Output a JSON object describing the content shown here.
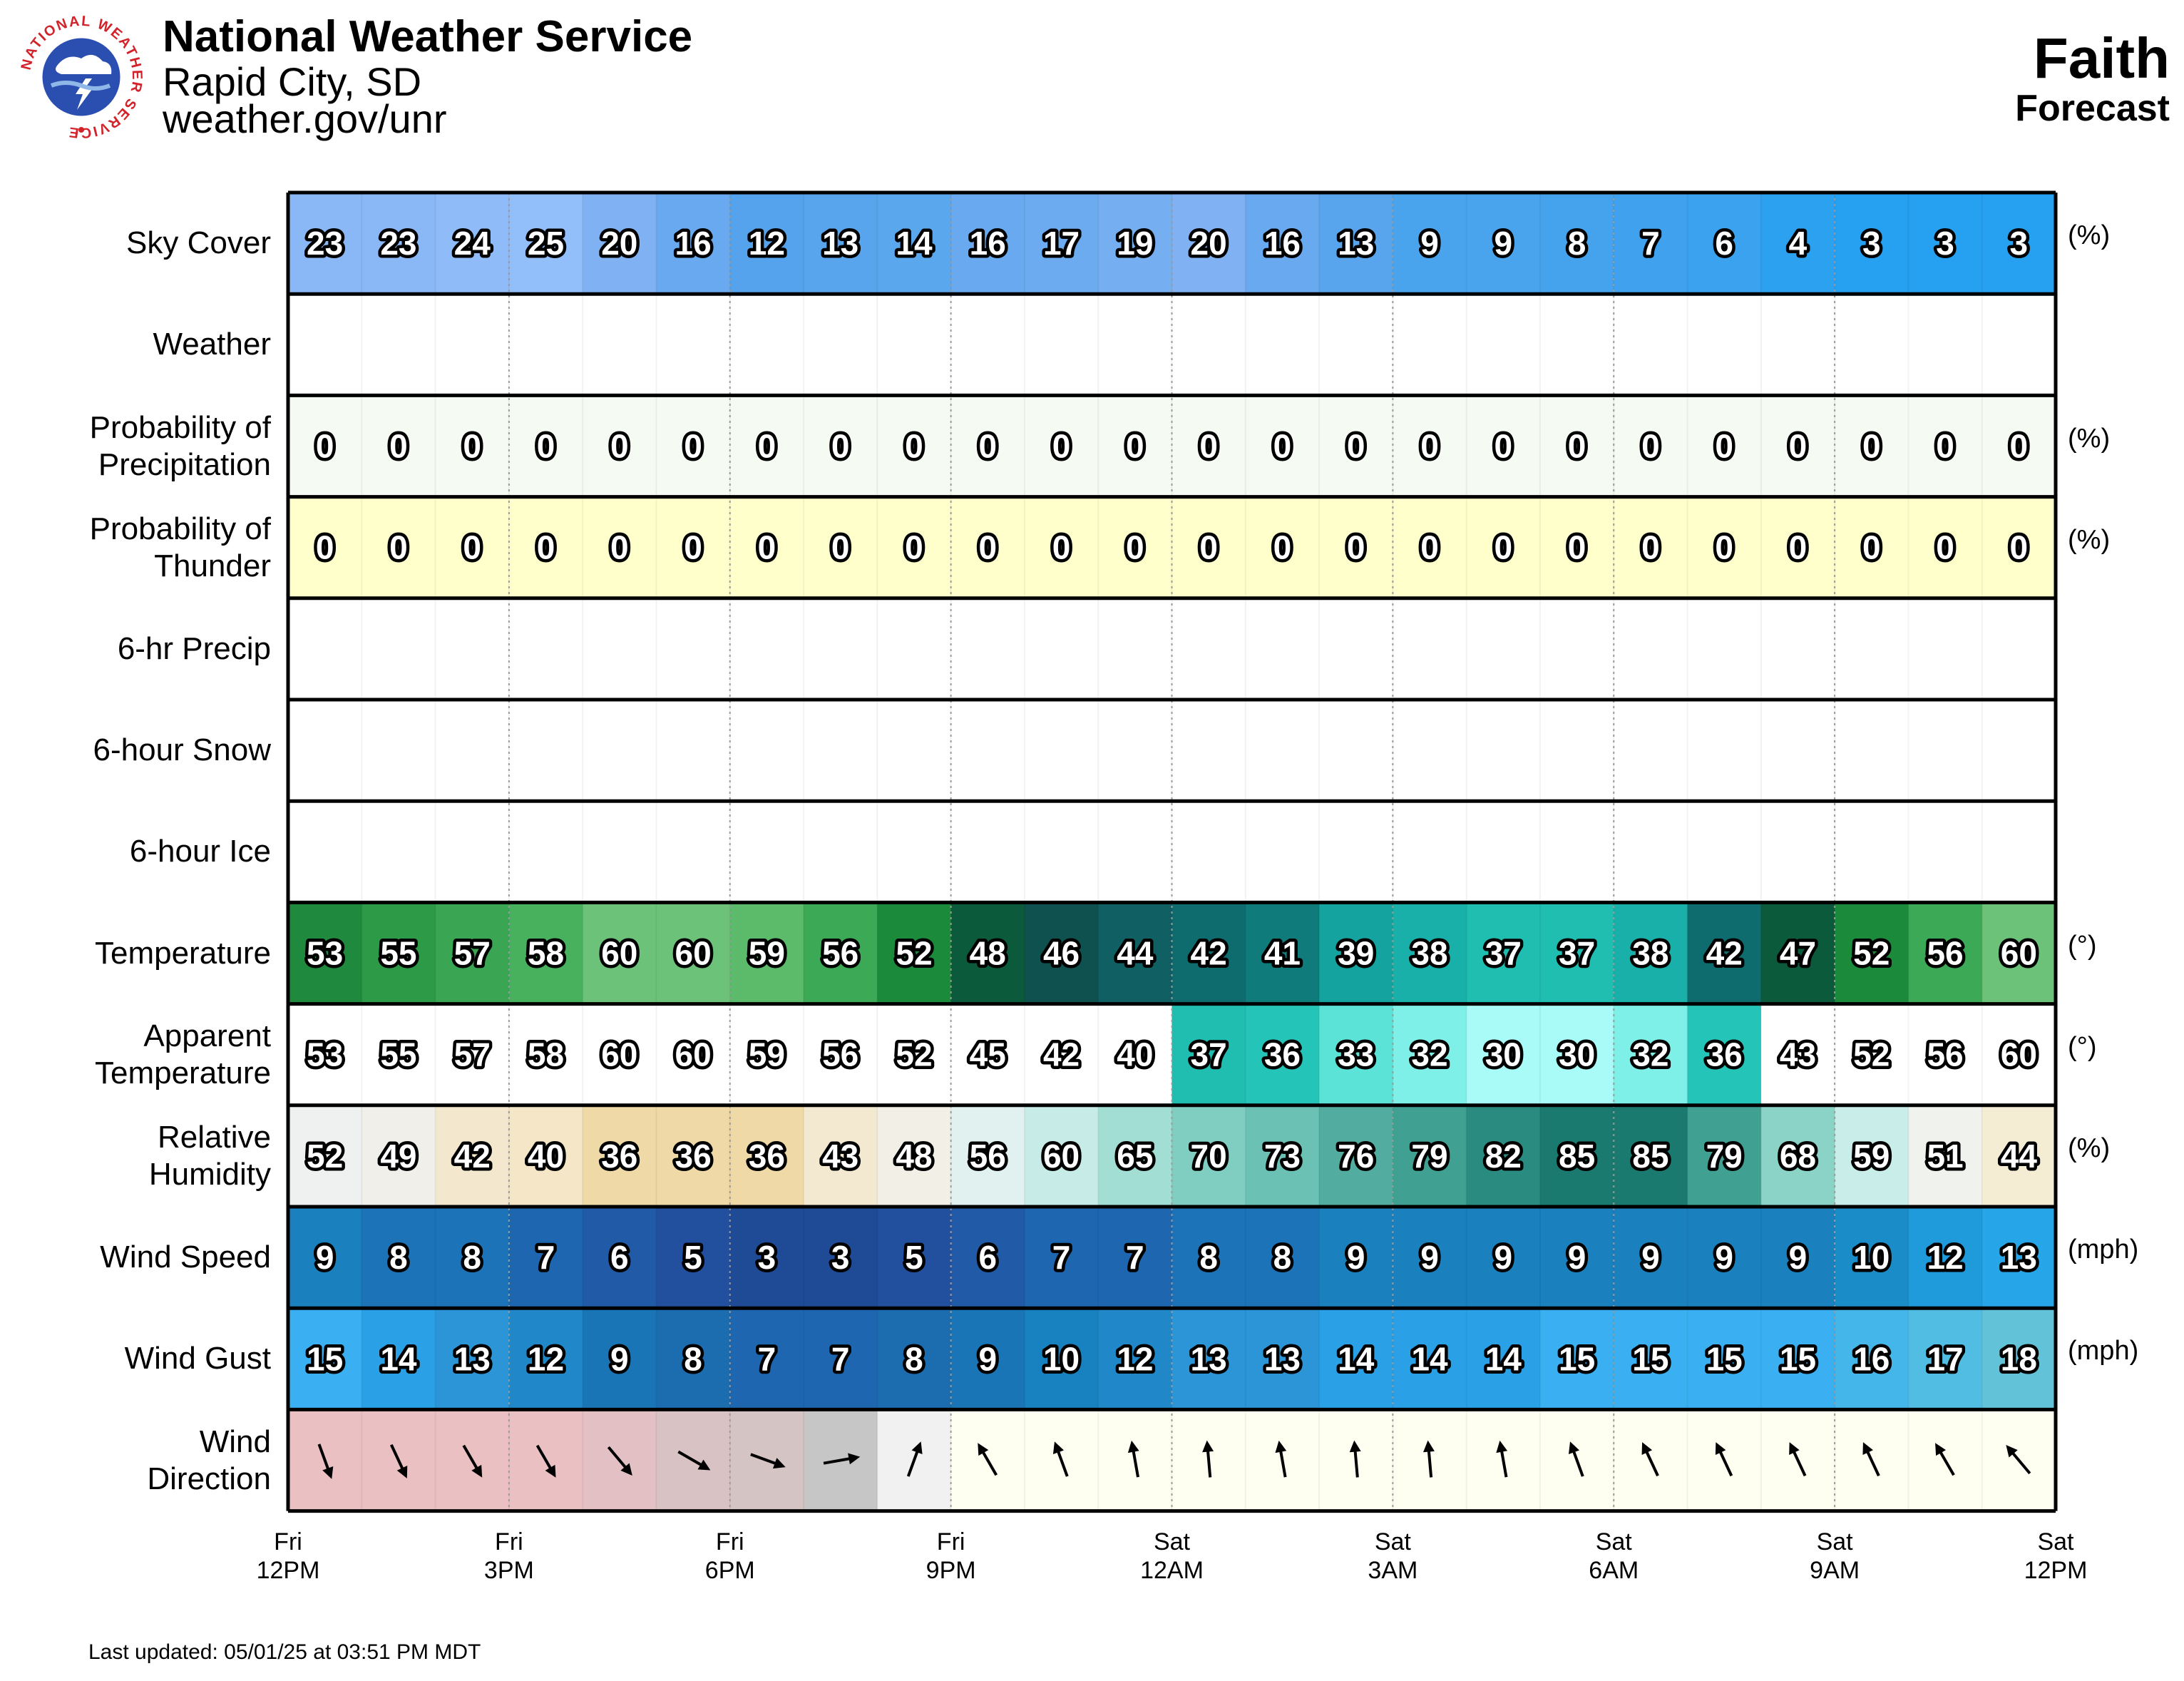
{
  "header": {
    "org_name": "National Weather Service",
    "office": "Rapid City, SD",
    "url": "weather.gov/unr",
    "location": "Faith",
    "product": "Forecast",
    "logo_icon": "nws-logo-icon",
    "logo_ring_text": "NATIONAL WEATHER SERVICE"
  },
  "footer": {
    "last_updated": "Last updated: 05/01/25 at 03:51 PM MDT"
  },
  "colors": {
    "grid_border": "#000000",
    "wind_arrow": "#000000"
  },
  "chart_data": {
    "type": "table",
    "time_axis": [
      {
        "day": "Fri",
        "time": "12PM"
      },
      {
        "day": "Fri",
        "time": "3PM"
      },
      {
        "day": "Fri",
        "time": "6PM"
      },
      {
        "day": "Fri",
        "time": "9PM"
      },
      {
        "day": "Sat",
        "time": "12AM"
      },
      {
        "day": "Sat",
        "time": "3AM"
      },
      {
        "day": "Sat",
        "time": "6AM"
      },
      {
        "day": "Sat",
        "time": "9AM"
      },
      {
        "day": "Sat",
        "time": "12PM"
      }
    ],
    "hours_per_column": 1,
    "rows": [
      {
        "key": "sky",
        "label": [
          "Sky Cover"
        ],
        "unit": "(%)",
        "values": [
          23,
          23,
          24,
          25,
          20,
          16,
          12,
          13,
          14,
          16,
          17,
          19,
          20,
          16,
          13,
          9,
          9,
          8,
          7,
          6,
          4,
          3,
          3,
          3
        ],
        "colors": [
          "#8ab8f6",
          "#8ab8f6",
          "#8fbcf8",
          "#92befa",
          "#80b2f3",
          "#68a9ef",
          "#55a3ec",
          "#58a5ed",
          "#5ba7ee",
          "#68a9ef",
          "#6cabef",
          "#76aff1",
          "#80b2f3",
          "#68a9ef",
          "#58a5ed",
          "#49a4ed",
          "#49a4ed",
          "#45a3ed",
          "#40a2ee",
          "#3aa2ef",
          "#2ca1f0",
          "#26a0f1",
          "#26a0f1",
          "#26a0f1"
        ]
      },
      {
        "key": "weather",
        "label": [
          "Weather"
        ],
        "unit": "",
        "values": [],
        "colors": []
      },
      {
        "key": "pop",
        "label": [
          "Probability of",
          "Precipitation"
        ],
        "unit": "(%)",
        "values": [
          0,
          0,
          0,
          0,
          0,
          0,
          0,
          0,
          0,
          0,
          0,
          0,
          0,
          0,
          0,
          0,
          0,
          0,
          0,
          0,
          0,
          0,
          0,
          0
        ],
        "colors": [
          "#f5fbf3",
          "#f5fbf3",
          "#f5fbf3",
          "#f5fbf3",
          "#f5fbf3",
          "#f5fbf3",
          "#f5fbf3",
          "#f5fbf3",
          "#f5fbf3",
          "#f5fbf3",
          "#f5fbf3",
          "#f5fbf3",
          "#f5fbf3",
          "#f5fbf3",
          "#f5fbf3",
          "#f5fbf3",
          "#f5fbf3",
          "#f5fbf3",
          "#f5fbf3",
          "#f5fbf3",
          "#f5fbf3",
          "#f5fbf3",
          "#f5fbf3",
          "#f5fbf3"
        ]
      },
      {
        "key": "thunder",
        "label": [
          "Probability of",
          "Thunder"
        ],
        "unit": "(%)",
        "values": [
          0,
          0,
          0,
          0,
          0,
          0,
          0,
          0,
          0,
          0,
          0,
          0,
          0,
          0,
          0,
          0,
          0,
          0,
          0,
          0,
          0,
          0,
          0,
          0
        ],
        "colors": [
          "#ffffcc",
          "#ffffcc",
          "#ffffcc",
          "#ffffcc",
          "#ffffcc",
          "#ffffcc",
          "#ffffcc",
          "#ffffcc",
          "#ffffcc",
          "#ffffcc",
          "#ffffcc",
          "#ffffcc",
          "#ffffcc",
          "#ffffcc",
          "#ffffcc",
          "#ffffcc",
          "#ffffcc",
          "#ffffcc",
          "#ffffcc",
          "#ffffcc",
          "#ffffcc",
          "#ffffcc",
          "#ffffcc",
          "#ffffcc"
        ]
      },
      {
        "key": "qpf6",
        "label": [
          "6-hr Precip"
        ],
        "unit": "",
        "values": [],
        "colors": []
      },
      {
        "key": "snow6",
        "label": [
          "6-hour Snow"
        ],
        "unit": "",
        "values": [],
        "colors": []
      },
      {
        "key": "ice6",
        "label": [
          "6-hour Ice"
        ],
        "unit": "",
        "values": [],
        "colors": []
      },
      {
        "key": "temp",
        "label": [
          "Temperature"
        ],
        "unit": "(°)",
        "values": [
          53,
          55,
          57,
          58,
          60,
          60,
          59,
          56,
          52,
          48,
          46,
          44,
          42,
          41,
          39,
          38,
          37,
          37,
          38,
          42,
          47,
          52,
          56,
          60
        ],
        "colors": [
          "#1f8a3d",
          "#2d9a48",
          "#3aa653",
          "#47b15e",
          "#6cc278",
          "#6cc278",
          "#5bbb6b",
          "#3ca957",
          "#1b8a3b",
          "#0b5a3b",
          "#0f514e",
          "#0f5f63",
          "#0e6b6e",
          "#0f7b7a",
          "#14a39e",
          "#18b0a8",
          "#20bdb1",
          "#20bdb1",
          "#18b0a8",
          "#0e6b6e",
          "#0b5a3b",
          "#1b8a3b",
          "#3ca957",
          "#6cc278"
        ]
      },
      {
        "key": "apparent",
        "label": [
          "Apparent",
          "Temperature"
        ],
        "unit": "(°)",
        "values": [
          53,
          55,
          57,
          58,
          60,
          60,
          59,
          56,
          52,
          45,
          42,
          40,
          37,
          36,
          33,
          32,
          30,
          30,
          32,
          36,
          43,
          52,
          56,
          60
        ],
        "colors": [
          "#ffffff",
          "#ffffff",
          "#ffffff",
          "#ffffff",
          "#ffffff",
          "#ffffff",
          "#ffffff",
          "#ffffff",
          "#ffffff",
          "#ffffff",
          "#ffffff",
          "#ffffff",
          "#20bdb1",
          "#25c4b9",
          "#5be3d8",
          "#7ff0e8",
          "#a8fbf6",
          "#a8fbf6",
          "#7ff0e8",
          "#25c4b9",
          "#ffffff",
          "#ffffff",
          "#ffffff",
          "#ffffff"
        ]
      },
      {
        "key": "rh",
        "label": [
          "Relative",
          "Humidity"
        ],
        "unit": "(%)",
        "values": [
          52,
          49,
          42,
          40,
          36,
          36,
          36,
          43,
          48,
          56,
          60,
          65,
          70,
          73,
          76,
          79,
          82,
          85,
          85,
          79,
          68,
          59,
          51,
          44
        ],
        "colors": [
          "#eef1ef",
          "#f0efe9",
          "#f3e8cd",
          "#f4e6c6",
          "#efd9a6",
          "#efd9a6",
          "#efd9a6",
          "#f3e9d0",
          "#f2f0e6",
          "#e0f1ef",
          "#c7ebe6",
          "#a3ded5",
          "#80cec1",
          "#6bc1b4",
          "#52ac9f",
          "#40a092",
          "#2a8b80",
          "#1a7a70",
          "#1a7a70",
          "#40a092",
          "#8cd3c7",
          "#c9ede8",
          "#f0f2ee",
          "#f5ecd4"
        ]
      },
      {
        "key": "wind",
        "label": [
          "Wind Speed"
        ],
        "unit": "(mph)",
        "values": [
          9,
          8,
          8,
          7,
          6,
          5,
          3,
          3,
          5,
          6,
          7,
          7,
          8,
          8,
          9,
          9,
          9,
          9,
          9,
          9,
          9,
          10,
          12,
          13
        ],
        "colors": [
          "#1a80be",
          "#1c73b8",
          "#1c73b8",
          "#1e67b0",
          "#215aa6",
          "#224f9e",
          "#1f4a95",
          "#1f4a95",
          "#224f9e",
          "#215aa6",
          "#1e67b0",
          "#1e67b0",
          "#1c73b8",
          "#1c73b8",
          "#1a80be",
          "#1a80be",
          "#1a80be",
          "#1a80be",
          "#1a80be",
          "#1a80be",
          "#1a80be",
          "#1a8dc8",
          "#1f9adb",
          "#26a6e8"
        ]
      },
      {
        "key": "gust",
        "label": [
          "Wind Gust"
        ],
        "unit": "(mph)",
        "values": [
          15,
          14,
          13,
          12,
          9,
          8,
          7,
          7,
          8,
          9,
          10,
          12,
          13,
          13,
          14,
          14,
          14,
          15,
          15,
          15,
          15,
          16,
          17,
          18
        ],
        "colors": [
          "#3ab0f2",
          "#2aa0e6",
          "#2b95d8",
          "#2088c8",
          "#1a75b7",
          "#1c6cb0",
          "#1e67b0",
          "#1e67b0",
          "#1c6cb0",
          "#1a75b7",
          "#1882c0",
          "#2088c8",
          "#2b95d8",
          "#2b95d8",
          "#2aa0e6",
          "#2aa0e6",
          "#2aa0e6",
          "#3ab0f2",
          "#3ab0f2",
          "#3ab0f2",
          "#3ab0f2",
          "#45b6ea",
          "#52bde3",
          "#62c2d8"
        ]
      },
      {
        "key": "wdir",
        "label": [
          "Wind",
          "Direction"
        ],
        "unit": "",
        "values": [
          340,
          335,
          330,
          330,
          320,
          300,
          290,
          260,
          200,
          150,
          160,
          170,
          175,
          170,
          175,
          175,
          170,
          160,
          155,
          155,
          155,
          155,
          150,
          140
        ],
        "colors": [
          "#ebc0c3",
          "#ebc0c3",
          "#ebc0c3",
          "#ebc0c3",
          "#e2c0c4",
          "#d8c2c4",
          "#d4c5c4",
          "#c6c6c6",
          "#f1f1f1",
          "#fefef1",
          "#fefef1",
          "#fefef1",
          "#fefef1",
          "#fefef1",
          "#fefef1",
          "#fefef1",
          "#fefef1",
          "#fefef1",
          "#fefef1",
          "#fefef1",
          "#fefef1",
          "#fefef1",
          "#fefef1",
          "#fefef1"
        ]
      }
    ]
  }
}
